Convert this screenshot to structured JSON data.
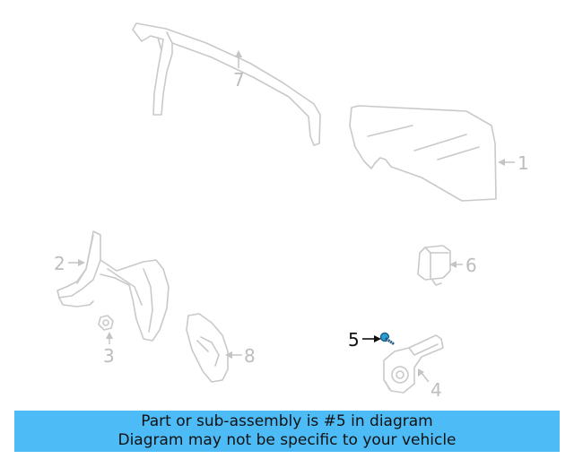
{
  "callouts": {
    "c1": "1",
    "c2": "2",
    "c3": "3",
    "c4": "4",
    "c5": "5",
    "c6": "6",
    "c7": "7",
    "c8": "8"
  },
  "highlighted_part": "5",
  "highlight_color": "#2a9fd6",
  "banner": {
    "line1": "Part or sub-assembly is #5 in diagram",
    "line2": "Diagram may not be specific to your vehicle",
    "background": "#4dbcf6"
  }
}
